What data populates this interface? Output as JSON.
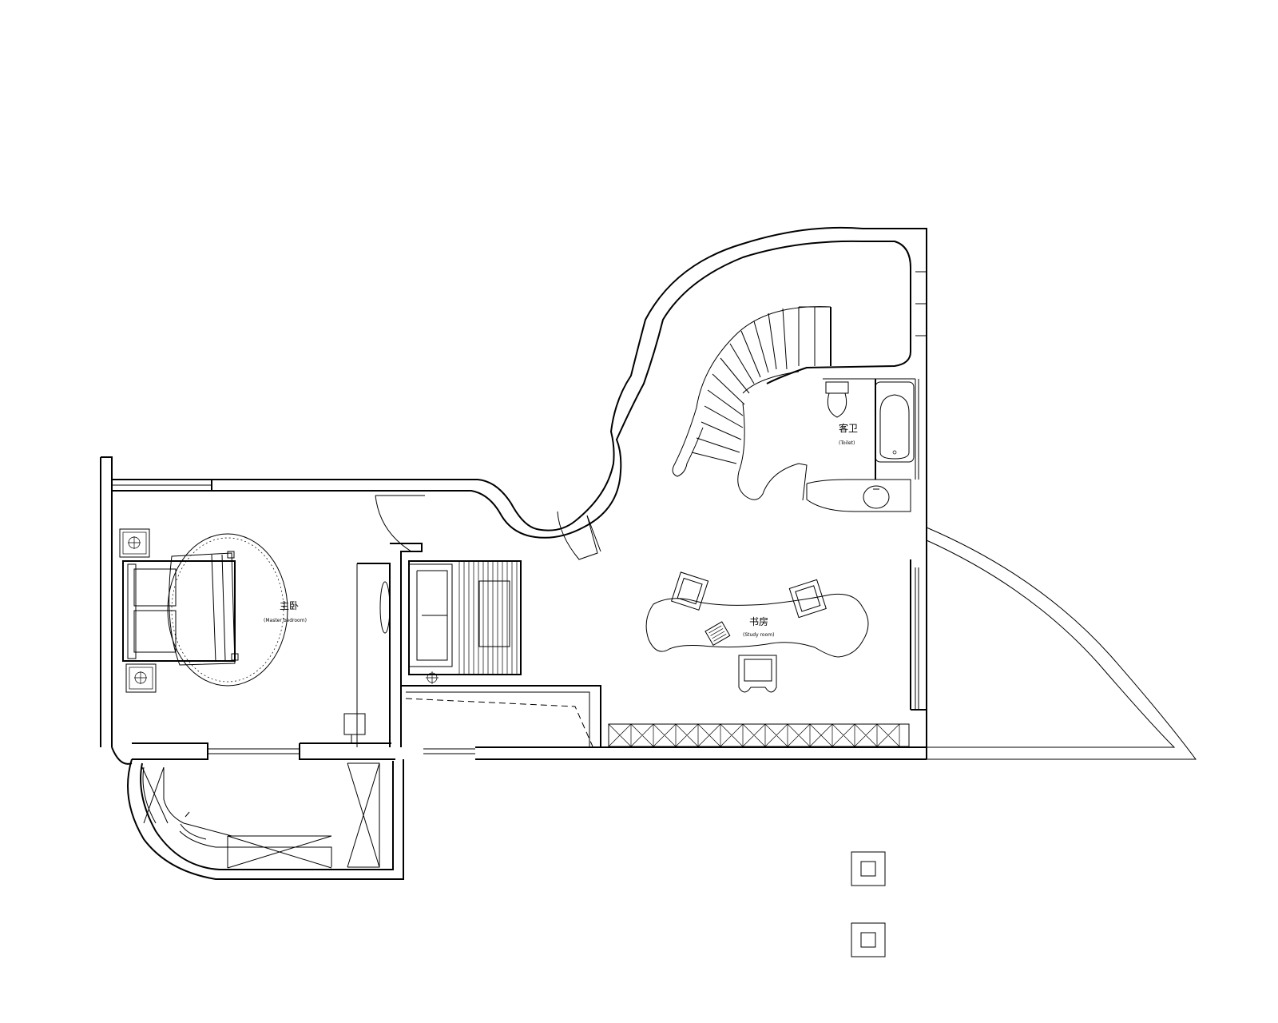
{
  "rooms": {
    "master_bedroom": {
      "label": "主卧",
      "sublabel": "(Master bedroom)"
    },
    "study": {
      "label": "书房",
      "sublabel": "(Study room)"
    },
    "guest_bathroom": {
      "label": "客卫",
      "sublabel": "(Toilet)"
    }
  },
  "colors": {
    "line": "#000000",
    "background": "#ffffff"
  },
  "icons": [
    "toilet-icon",
    "bathtub-icon",
    "basin-icon",
    "armchair-icon",
    "bed-icon",
    "nightstand-icon",
    "stair-icon",
    "door-swing-icon"
  ]
}
